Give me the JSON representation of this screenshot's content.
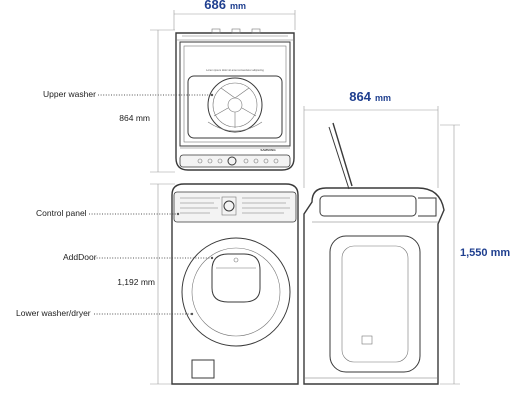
{
  "dimensions": {
    "width": {
      "value": "686",
      "unit": "mm"
    },
    "depth": {
      "value": "864",
      "unit": "mm"
    },
    "total_height": "1,550 mm",
    "upper_height": "864 mm",
    "lower_height": "1,192 mm"
  },
  "callouts": {
    "upper_washer": "Upper washer",
    "control_panel": "Control panel",
    "add_door": "AddDoor",
    "lower_washer_dryer": "Lower washer/dryer"
  },
  "upper_unit": {
    "lid_text": "Lorem ipsum dolor sit amet consectetur adipiscing",
    "brand": "SAMSUNG"
  },
  "colors": {
    "dimension_blue": "#1f3f8f",
    "outline": "#3a3a3a"
  }
}
